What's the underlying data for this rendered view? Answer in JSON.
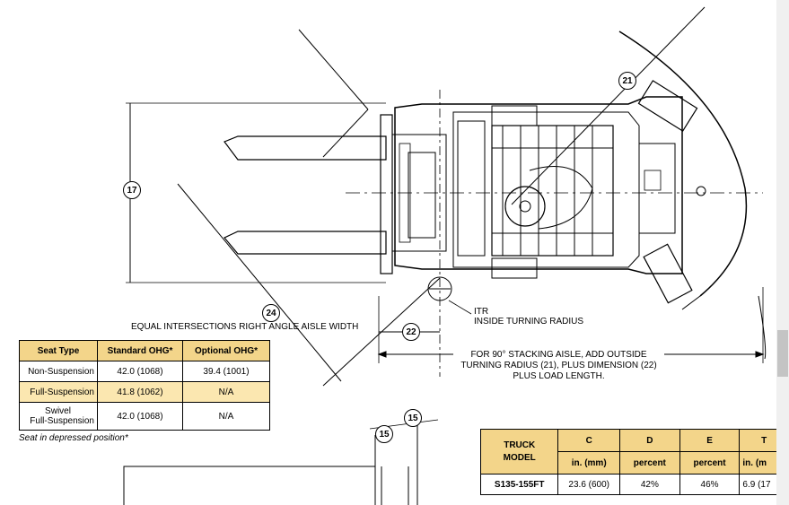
{
  "callouts": {
    "c17": "17",
    "c21": "21",
    "c22": "22",
    "c24": "24",
    "c15a": "15",
    "c15b": "15"
  },
  "notes": {
    "aisle_width": "EQUAL INTERSECTIONS RIGHT ANGLE AISLE WIDTH",
    "itr_line1": "ITR",
    "itr_line2": "INSIDE TURNING RADIUS",
    "stack_line1": "FOR 90° STACKING AISLE, ADD OUTSIDE",
    "stack_line2": "TURNING RADIUS (21), PLUS DIMENSION (22)",
    "stack_line3": "PLUS LOAD LENGTH."
  },
  "seat_table": {
    "headers": [
      "Seat Type",
      "Standard OHG*",
      "Optional OHG*"
    ],
    "rows": [
      {
        "type": "Non-Suspension",
        "standard": "42.0 (1068)",
        "optional": "39.4 (1001)"
      },
      {
        "type": "Full-Suspension",
        "standard": "41.8 (1062)",
        "optional": "N/A"
      },
      {
        "type_line1": "Swivel",
        "type_line2": "Full-Suspension",
        "standard": "42.0 (1068)",
        "optional": "N/A"
      }
    ],
    "footnote": "Seat in depressed position*"
  },
  "truck_table": {
    "model_header_line1": "TRUCK",
    "model_header_line2": "MODEL",
    "col_letters": [
      "C",
      "D",
      "E",
      "T"
    ],
    "col_units": [
      "in. (mm)",
      "percent",
      "percent",
      "in. (m"
    ],
    "row": {
      "model": "S135-155FT",
      "c": "23.6 (600)",
      "d": "42%",
      "e": "46%",
      "t": "6.9 (17"
    }
  }
}
